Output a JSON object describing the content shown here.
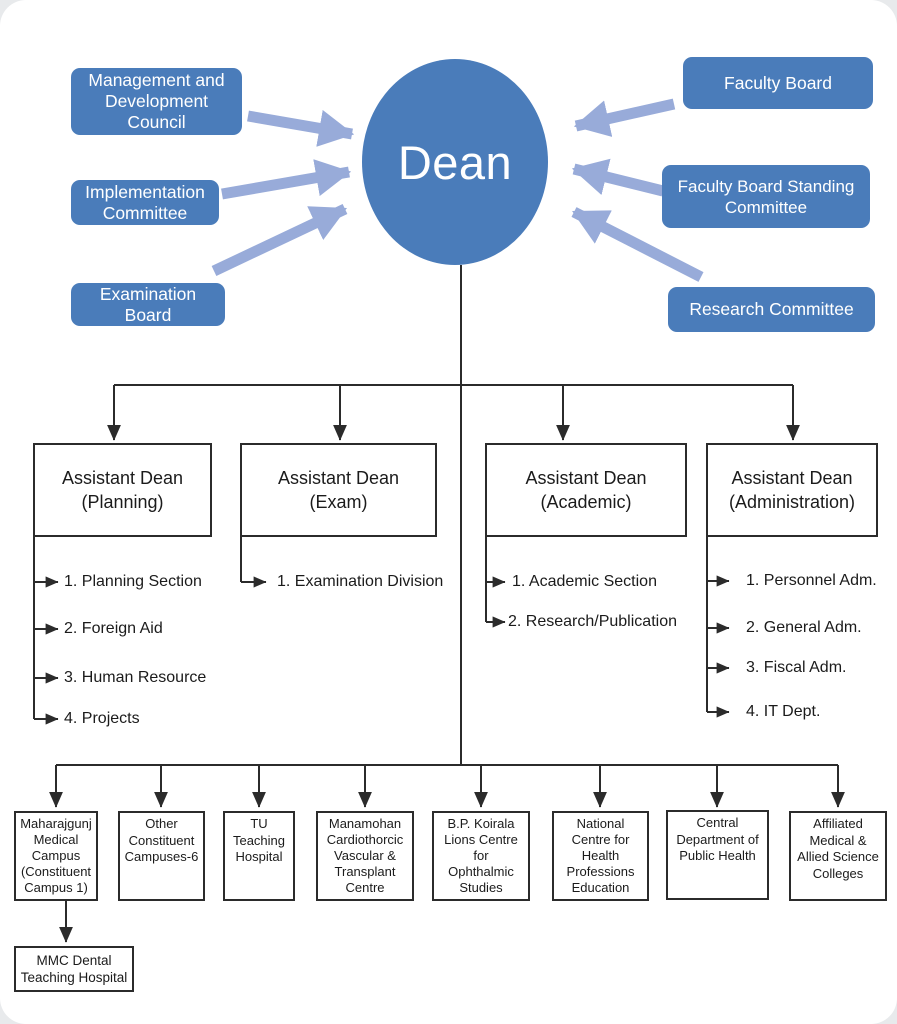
{
  "colors": {
    "node_blue": "#4a7cba",
    "arrow_blue": "#98abd9",
    "line_black": "#2b2b2b",
    "page_bg": "#e8eaec",
    "card_bg": "#ffffff"
  },
  "dean": {
    "label": "Dean"
  },
  "left_inputs": [
    {
      "label": "Management and\nDevelopment\nCouncil"
    },
    {
      "label": "Implementation\nCommittee"
    },
    {
      "label": "Examination\nBoard"
    }
  ],
  "right_inputs": [
    {
      "label": "Faculty Board"
    },
    {
      "label": "Faculty Board Standing\nCommittee"
    },
    {
      "label": "Research Committee"
    }
  ],
  "deans": [
    {
      "title": "Assistant Dean\n(Planning)",
      "items": [
        "1. Planning Section",
        "2. Foreign Aid",
        "3. Human Resource",
        "4. Projects"
      ]
    },
    {
      "title": "Assistant Dean\n(Exam)",
      "items": [
        "1. Examination Division"
      ]
    },
    {
      "title": "Assistant Dean\n(Academic)",
      "items": [
        "1. Academic Section",
        "2. Research/Publication"
      ]
    },
    {
      "title": "Assistant Dean\n(Administration)",
      "items": [
        "1. Personnel Adm.",
        "2. General Adm.",
        "3. Fiscal Adm.",
        "4. IT Dept."
      ]
    }
  ],
  "institutions": [
    {
      "label": "Maharajgunj\nMedical\nCampus\n(Constituent\nCampus 1)"
    },
    {
      "label": "Other\nConstituent\nCampuses-6"
    },
    {
      "label": "TU\nTeaching\nHospital"
    },
    {
      "label": "Manamohan\nCardiothorcic\nVascular &\nTransplant\nCentre"
    },
    {
      "label": "B.P. Koirala\nLions Centre\nfor\nOphthalmic\nStudies"
    },
    {
      "label": "National\nCentre for\nHealth\nProfessions\nEducation"
    },
    {
      "label": "Central\nDepartment of\nPublic Health"
    },
    {
      "label": "Affiliated\nMedical &\nAllied Science\nColleges"
    }
  ],
  "dental": {
    "label": "MMC Dental\nTeaching Hospital"
  }
}
